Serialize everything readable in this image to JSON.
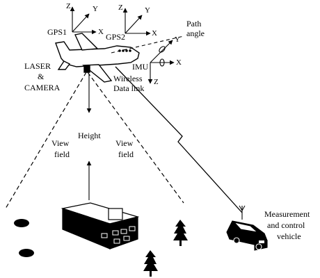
{
  "labels": {
    "gps1": "GPS1",
    "gps2": "GPS2",
    "path_angle_line1": "Path",
    "path_angle_line2": "angle",
    "laser_line1": "LASER",
    "laser_line2": "&",
    "laser_line3": "CAMERA",
    "imu": "IMU",
    "wireless_line1": "Wireless",
    "wireless_line2": "Data link",
    "height": "Height",
    "view_field_left_line1": "View",
    "view_field_left_line2": "field",
    "view_field_right_line1": "View",
    "view_field_right_line2": "field",
    "vehicle_line1": "Measurement",
    "vehicle_line2": "and control",
    "vehicle_line3": "vehicle"
  },
  "axes": {
    "gps1": {
      "z": "Z",
      "y": "Y",
      "x": "X"
    },
    "gps2": {
      "z": "Z",
      "y": "Y",
      "x": "X"
    },
    "imu": {
      "y": "Y",
      "x": "X",
      "z": "Z"
    }
  }
}
